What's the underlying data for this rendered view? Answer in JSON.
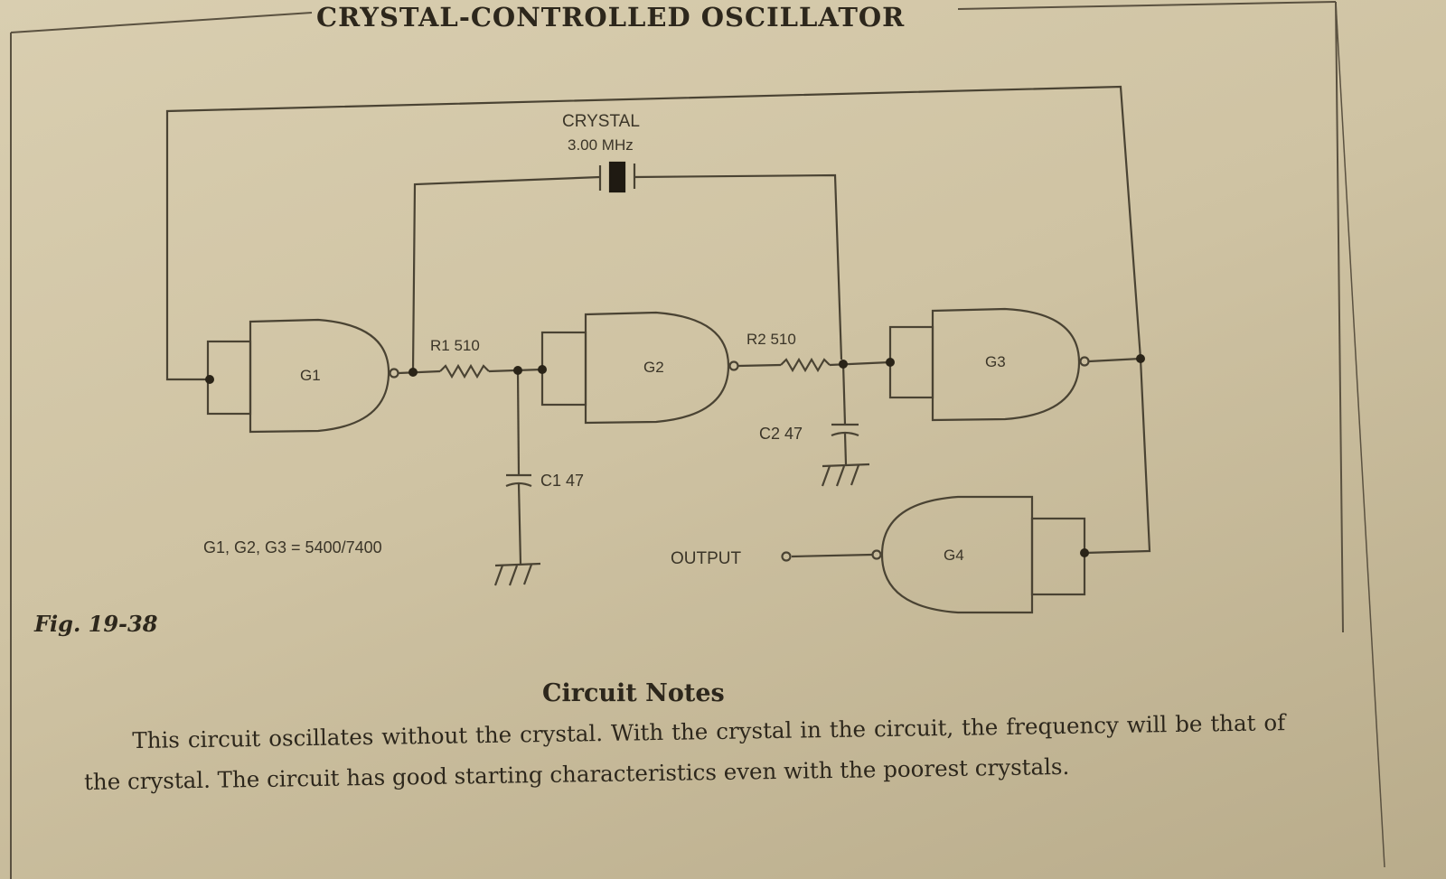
{
  "page": {
    "title": "CRYSTAL-CONTROLLED OSCILLATOR",
    "figure_label": "Fig. 19-38"
  },
  "circuit": {
    "crystal_label": "CRYSTAL",
    "crystal_freq": "3.00 MHz",
    "r1_label": "R1 510",
    "r2_label": "R2 510",
    "c1_label": "C1 47",
    "c2_label": "C2 47",
    "gate_labels": [
      "G1",
      "G2",
      "G3",
      "G4"
    ],
    "parts_note": "G1, G2, G3 = 5400/7400",
    "output_label": "OUTPUT"
  },
  "notes": {
    "heading": "Circuit Notes",
    "body": "This circuit oscillates without the crystal. With the crystal in the circuit, the frequency will be that of the crystal. The circuit has good starting characteristics even with the poorest crystals."
  },
  "colors": {
    "paper": "#d4c9ab",
    "ink": "#2d271c",
    "line": "#4a4333"
  }
}
